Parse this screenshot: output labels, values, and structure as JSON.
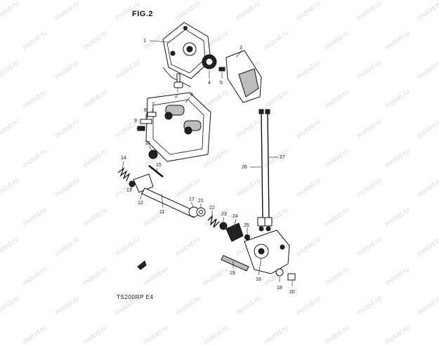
{
  "figure_title": "FIG.2",
  "model_code": "TS200RP E4",
  "watermark_text": "motod.ru",
  "callouts": [
    "1",
    "2",
    "3",
    "4",
    "5",
    "6",
    "7",
    "8",
    "9",
    "10",
    "11",
    "12",
    "13",
    "14",
    "15",
    "16",
    "17",
    "18",
    "19",
    "20",
    "21",
    "22",
    "23",
    "24",
    "25",
    "26",
    "27"
  ]
}
